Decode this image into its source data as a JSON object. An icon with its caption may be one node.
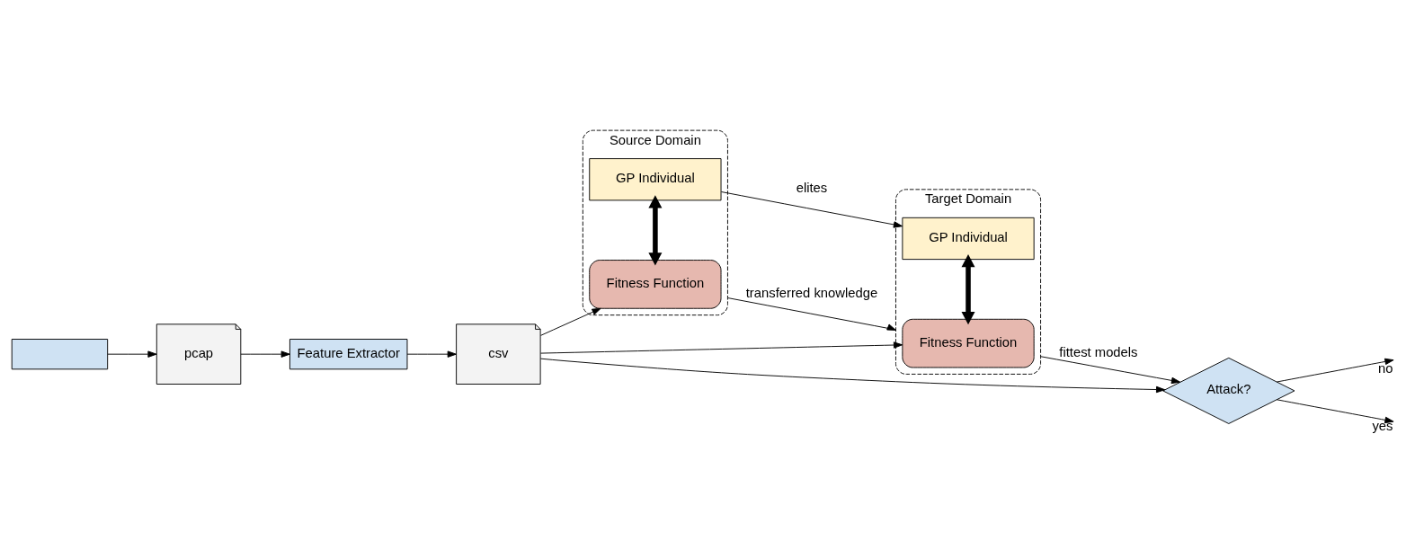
{
  "diagram": {
    "nodes": [
      {
        "text": [],
        "shape": "box"
      },
      {
        "text": [
          "pcap"
        ]
      },
      {
        "text": [
          "Feature Extractor"
        ]
      },
      {
        "text": [
          "csv"
        ]
      },
      {
        "text": [
          "Source Domain"
        ]
      },
      {
        "text": [
          "GP Individual"
        ],
        "in": 4
      },
      {
        "text": [
          "Fitness Function"
        ],
        "in": 4
      },
      {
        "text": [
          "Target Domain"
        ]
      },
      {
        "text": [
          "GP Individual"
        ],
        "in": 7
      },
      {
        "text": [
          "Fitness Function"
        ],
        "in": 7
      },
      {
        "text": [
          "Attack?"
        ]
      }
    ],
    "edges": [
      {
        "from": 0,
        "to": 1,
        "arrow": "to"
      },
      {
        "from": 1,
        "to": 2,
        "arrow": "to"
      },
      {
        "from": 2,
        "to": 3,
        "arrow": "to"
      },
      {
        "from": 5,
        "to": 8,
        "arrow": "to",
        "label": "elites"
      },
      {
        "from": 4,
        "to": 7,
        "arrow": "to",
        "label": "transferred knowledge"
      },
      {
        "from": 5,
        "to": 6,
        "arrow": "both",
        "style": "thick"
      },
      {
        "from": 8,
        "to": 9,
        "arrow": "both",
        "style": "thick"
      },
      {
        "from": 7,
        "to": 10,
        "arrow": "to",
        "label": "fittest models"
      },
      {
        "from": 10,
        "to": null,
        "arrow": "to",
        "label": "no"
      },
      {
        "from": 10,
        "to": null,
        "arrow": "to",
        "label": "yes"
      },
      {
        "from": 3,
        "to": 6,
        "arrow": "to"
      },
      {
        "from": 3,
        "to": 9,
        "arrow": "to"
      },
      {
        "from": 3,
        "to": 10,
        "arrow": "to"
      }
    ]
  }
}
